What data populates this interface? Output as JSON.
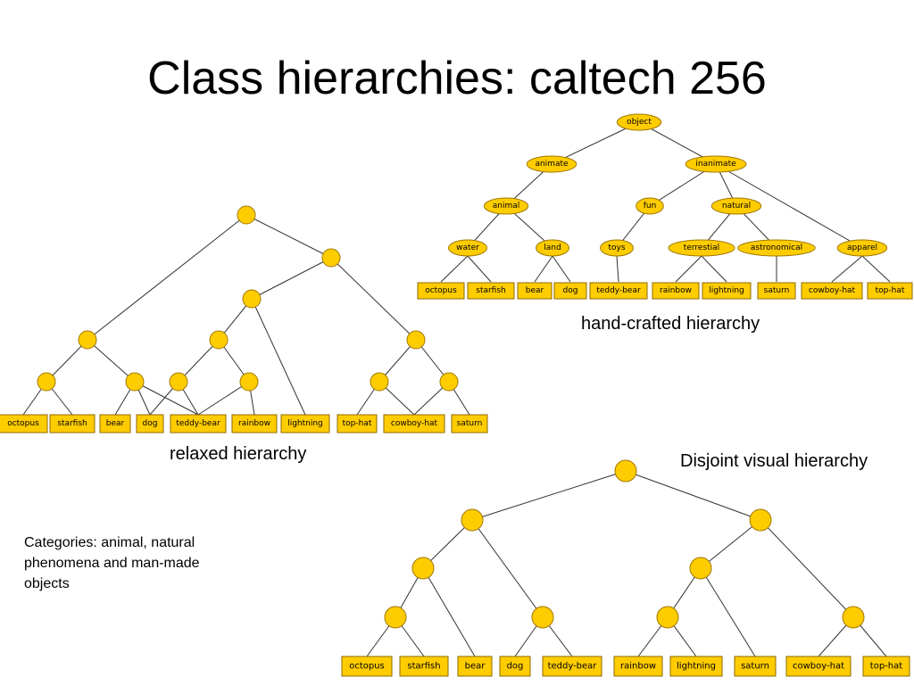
{
  "title": "Class hierarchies: caltech 256",
  "captions": {
    "hand_crafted": "hand-crafted hierarchy",
    "relaxed": "relaxed hierarchy",
    "disjoint": "Disjoint visual hierarchy"
  },
  "notes": "Categories: animal, natural phenomena and man-made objects",
  "colors": {
    "node_fill": "#ffcc00",
    "edge": "#333333"
  },
  "hand_crafted_tree": {
    "internal_nodes": [
      "object",
      "animate",
      "inanimate",
      "animal",
      "fun",
      "natural",
      "water",
      "land",
      "toys",
      "terrestial",
      "astronomical",
      "apparel"
    ],
    "leaves": [
      "octopus",
      "starfish",
      "bear",
      "dog",
      "teddy-bear",
      "rainbow",
      "lightning",
      "saturn",
      "cowboy-hat",
      "top-hat"
    ]
  },
  "relaxed_tree": {
    "leaves": [
      "octopus",
      "starfish",
      "bear",
      "dog",
      "teddy-bear",
      "rainbow",
      "lightning",
      "top-hat",
      "cowboy-hat",
      "saturn"
    ]
  },
  "disjoint_tree": {
    "leaves": [
      "octopus",
      "starfish",
      "bear",
      "dog",
      "teddy-bear",
      "rainbow",
      "lightning",
      "saturn",
      "cowboy-hat",
      "top-hat"
    ]
  }
}
